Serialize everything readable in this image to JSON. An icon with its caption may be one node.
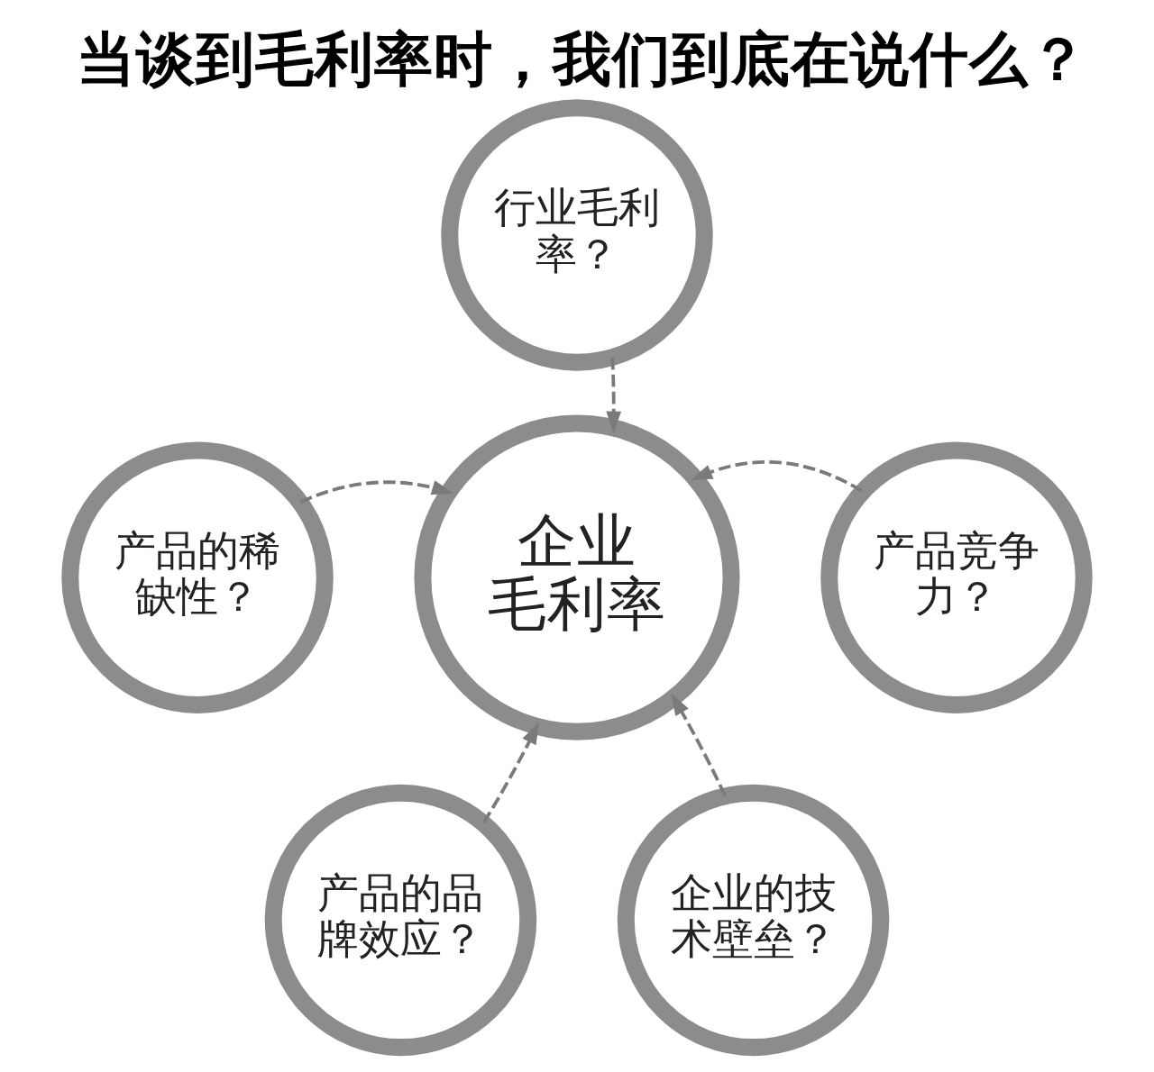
{
  "diagram": {
    "title": "当谈到毛利率时，我们到底在说什么？",
    "nodes": [
      {
        "text": [
          "行业毛利率？"
        ]
      },
      {
        "text": [
          "产品的稀缺性？"
        ]
      },
      {
        "text": [
          "产品竞争力？"
        ]
      },
      {
        "text": [
          "企业毛利率"
        ]
      },
      {
        "text": [
          "产品的品牌效应？"
        ]
      },
      {
        "text": [
          "企业的技术壁垒？"
        ]
      }
    ],
    "edges": [
      {
        "from": 0,
        "to": 3,
        "arrow": "to",
        "style": "dashed"
      },
      {
        "from": 1,
        "to": 3,
        "arrow": "to",
        "style": "dashed"
      },
      {
        "from": 2,
        "to": 3,
        "arrow": "to",
        "style": "dashed"
      },
      {
        "from": 4,
        "to": 3,
        "arrow": "to",
        "style": "dashed"
      },
      {
        "from": 5,
        "to": 3,
        "arrow": "to",
        "style": "dashed"
      }
    ]
  }
}
